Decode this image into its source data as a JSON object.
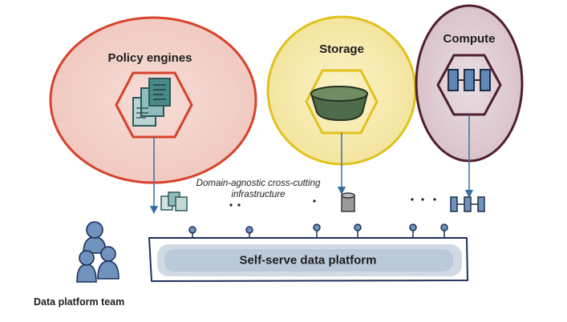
{
  "capabilities": [
    {
      "title": "Policy engines",
      "color": "#d6432a",
      "fill": "#f3d6cf",
      "icon": "policy-documents-icon"
    },
    {
      "title": "Storage",
      "color": "#e0c21b",
      "fill": "#f7edb8",
      "icon": "storage-bucket-icon"
    },
    {
      "title": "Compute",
      "color": "#4f1d34",
      "fill": "#ddc9cf",
      "icon": "compute-cluster-icon"
    }
  ],
  "infrastructure": {
    "caption_line1": "Domain-agnostic cross-cutting",
    "caption_line2": "infrastructure"
  },
  "platform": {
    "label": "Self-serve data platform",
    "fill": "#b9c8d6"
  },
  "team": {
    "label": "Data platform team",
    "icon": "team-people-icon"
  },
  "colors": {
    "ink": "#1d1d1d",
    "arrow": "#3a6ea3",
    "icon_teal": "#4a8a86",
    "icon_blue": "#5f88b5"
  }
}
